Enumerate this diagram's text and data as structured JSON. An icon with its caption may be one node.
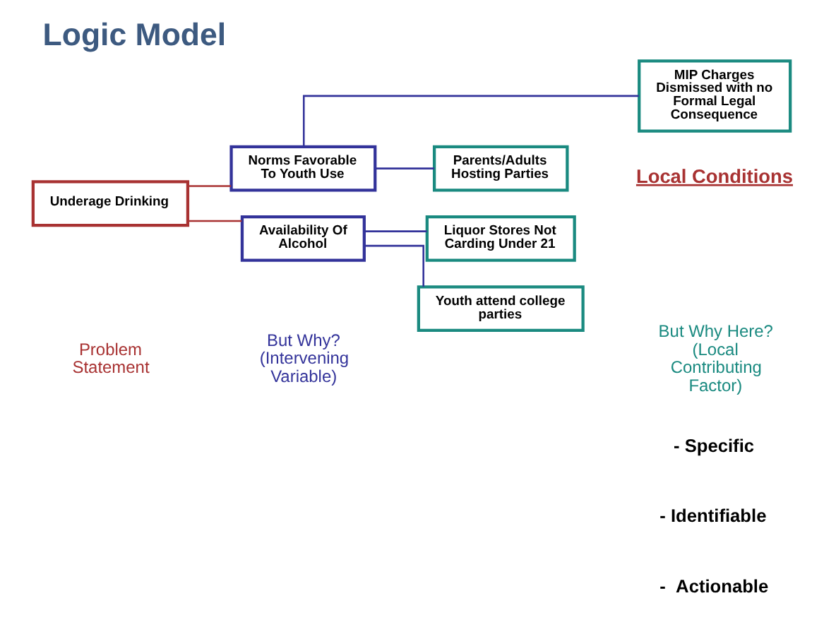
{
  "diagram": {
    "title": "Logic Model",
    "nodes": [
      {
        "text": [
          "Underage Drinking"
        ]
      },
      {
        "text": [
          "Norms Favorable To Youth Use"
        ]
      },
      {
        "text": [
          "Availability Of Alcohol"
        ]
      },
      {
        "text": [
          "MIP Charges Dismissed with no Formal Legal Consequence"
        ]
      },
      {
        "text": [
          "Parents/Adults Hosting Parties"
        ]
      },
      {
        "text": [
          "Liquor Stores Not Carding Under 21"
        ]
      },
      {
        "text": [
          "Youth attend college parties"
        ]
      }
    ],
    "edges": [
      {
        "from": 0,
        "to": 1,
        "arrow": "none",
        "color": "#a83232"
      },
      {
        "from": 0,
        "to": 2,
        "arrow": "none",
        "color": "#a83232"
      },
      {
        "from": 1,
        "to": 3,
        "arrow": "none"
      },
      {
        "from": 1,
        "to": 4,
        "arrow": "none"
      },
      {
        "from": 2,
        "to": 5,
        "arrow": "none"
      },
      {
        "from": 2,
        "to": 6,
        "arrow": "none"
      }
    ],
    "labels": [
      "Local Conditions",
      "- Specific",
      "- Identifiable",
      "-  Actionable",
      "Problem Statement",
      "But Why? (Intervening Variable)",
      "But Why Here? (Local Contributing Factor)"
    ]
  }
}
